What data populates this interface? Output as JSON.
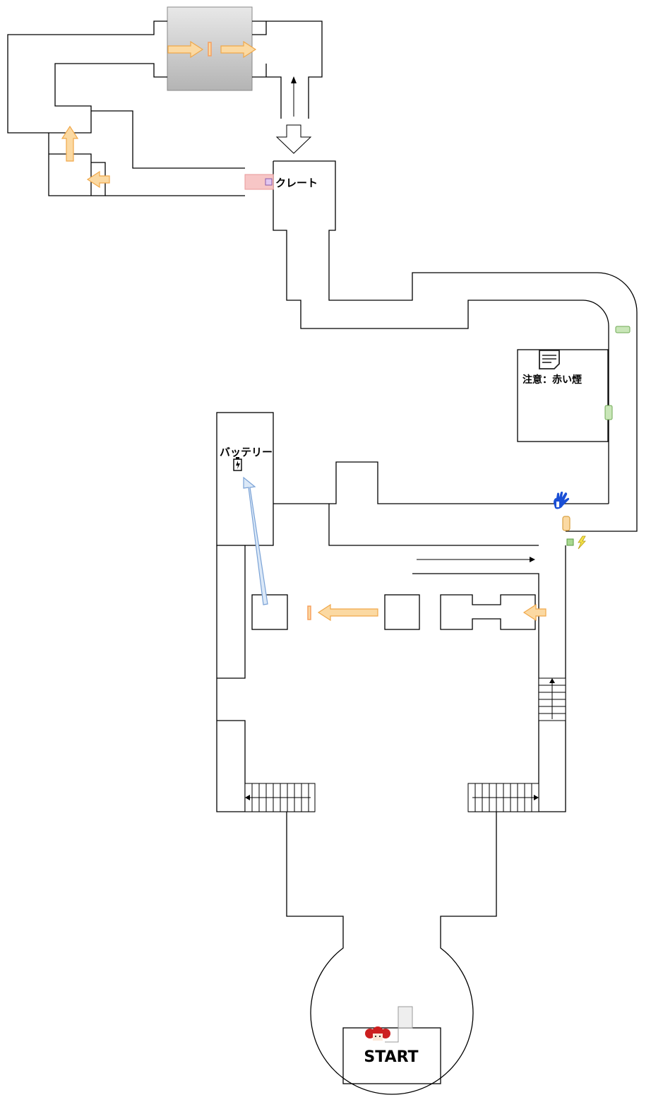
{
  "labels": {
    "crate": "クレート",
    "warning_note": "注意：赤い煙",
    "battery": "バッテリー",
    "start": "START"
  },
  "colors": {
    "wall": "#000000",
    "path_arrow": "#f0a84a",
    "path_arrow_fill": "#fbd9a2",
    "battery_arrow": "#7aa2d6",
    "crate_zone": "#f7c6c6",
    "crate_marker": "#e2c6f0",
    "fuse_marker": "#f6a060",
    "green_marker": "#c9e6b8",
    "hand_icon": "#1a4fd6",
    "bolt_icon": "#e6cf1a",
    "character_hair": "#cc1f1f",
    "grey_room_top": "#e8e8e8",
    "grey_room_bottom": "#b4b4b4"
  },
  "icons": [
    "note-icon",
    "battery-icon",
    "blue-hand-icon",
    "lightning-icon",
    "character-head-icon"
  ]
}
